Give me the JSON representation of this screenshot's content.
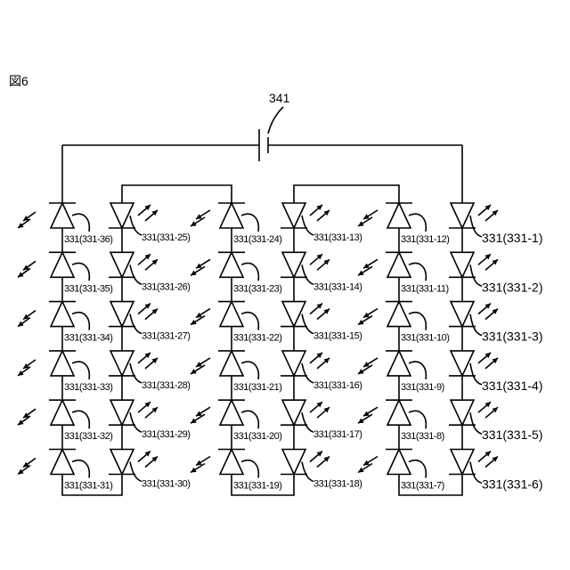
{
  "figure_label": "図6",
  "battery_label": "341",
  "columns": [
    {
      "dir": "up",
      "labels": [
        "331(331-36)",
        "331(331-35)",
        "331(331-34)",
        "331(331-33)",
        "331(331-32)",
        "331(331-31)"
      ]
    },
    {
      "dir": "down",
      "labels": [
        "331(331-25)",
        "331(331-26)",
        "331(331-27)",
        "331(331-28)",
        "331(331-29)",
        "331(331-30)"
      ]
    },
    {
      "dir": "up",
      "labels": [
        "331(331-24)",
        "331(331-23)",
        "331(331-22)",
        "331(331-21)",
        "331(331-20)",
        "331(331-19)"
      ]
    },
    {
      "dir": "down",
      "labels": [
        "331(331-13)",
        "331(331-14)",
        "331(331-15)",
        "331(331-16)",
        "331(331-17)",
        "331(331-18)"
      ]
    },
    {
      "dir": "up",
      "labels": [
        "331(331-12)",
        "331(331-11)",
        "331(331-10)",
        "331(331-9)",
        "331(331-8)",
        "331(331-7)"
      ]
    },
    {
      "dir": "down",
      "labels": [
        "331(331-1)",
        "331(331-2)",
        "331(331-3)",
        "331(331-4)",
        "331(331-5)",
        "331(331-6)"
      ]
    }
  ]
}
